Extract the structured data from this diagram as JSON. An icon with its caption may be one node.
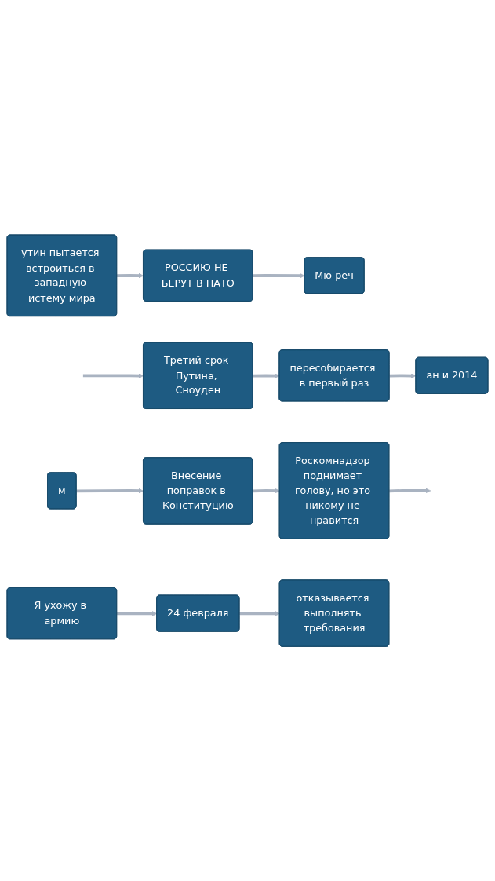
{
  "diagram": {
    "nodes": [
      {
        "text": [
          "утин пытается встроиться в западную истему мира"
        ]
      },
      {
        "text": [
          "РОССИЮ НЕ БЕРУТ В НАТО"
        ]
      },
      {
        "text": [
          "Мю реч"
        ]
      },
      {
        "text": [
          "Третий срок Путина, Сноуден"
        ]
      },
      {
        "text": [
          "пересобирается в первый раз"
        ]
      },
      {
        "text": [
          "ан и 2014"
        ]
      },
      {
        "text": [
          "м"
        ]
      },
      {
        "text": [
          "Внесение поправок в Конституцию"
        ]
      },
      {
        "text": [
          "Роскомнадзор поднимает голову, но это никому не нравится"
        ]
      },
      {
        "text": [
          "Я ухожу в армию"
        ]
      },
      {
        "text": [
          "24 февраля"
        ]
      },
      {
        "text": [
          "отказывается выполнять требования"
        ]
      }
    ],
    "edges": [
      {
        "from": 0,
        "to": 1,
        "arrow": "to"
      },
      {
        "from": 1,
        "to": 2,
        "arrow": "to"
      },
      {
        "from": null,
        "to": 3,
        "arrow": "to"
      },
      {
        "from": 3,
        "to": 4,
        "arrow": "to"
      },
      {
        "from": 4,
        "to": 5,
        "arrow": "to"
      },
      {
        "from": 6,
        "to": 7,
        "arrow": "to"
      },
      {
        "from": 7,
        "to": 8,
        "arrow": "to"
      },
      {
        "from": 8,
        "to": null,
        "arrow": "to"
      },
      {
        "from": 9,
        "to": 10,
        "arrow": "to"
      },
      {
        "from": 10,
        "to": 11,
        "arrow": "to"
      }
    ]
  }
}
